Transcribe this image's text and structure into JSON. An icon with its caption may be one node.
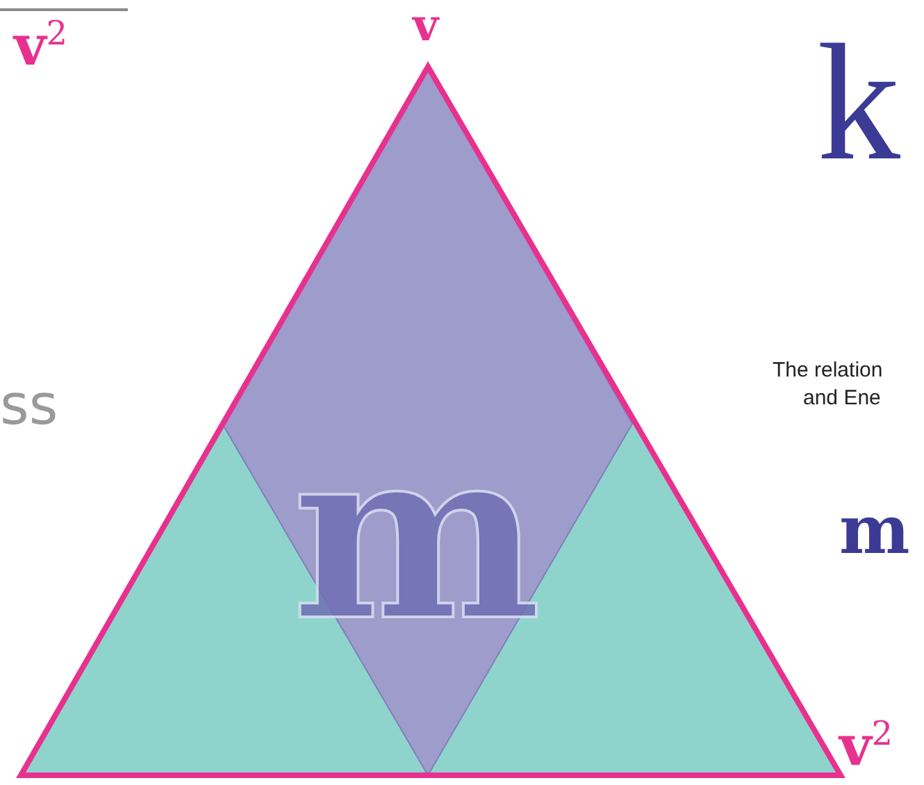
{
  "diagram": {
    "labels": [
      "v$^{2}$",
      "v",
      "k",
      "ss",
      "The relation",
      "and Ene",
      "m",
      "m",
      "v$^{2}$"
    ]
  }
}
